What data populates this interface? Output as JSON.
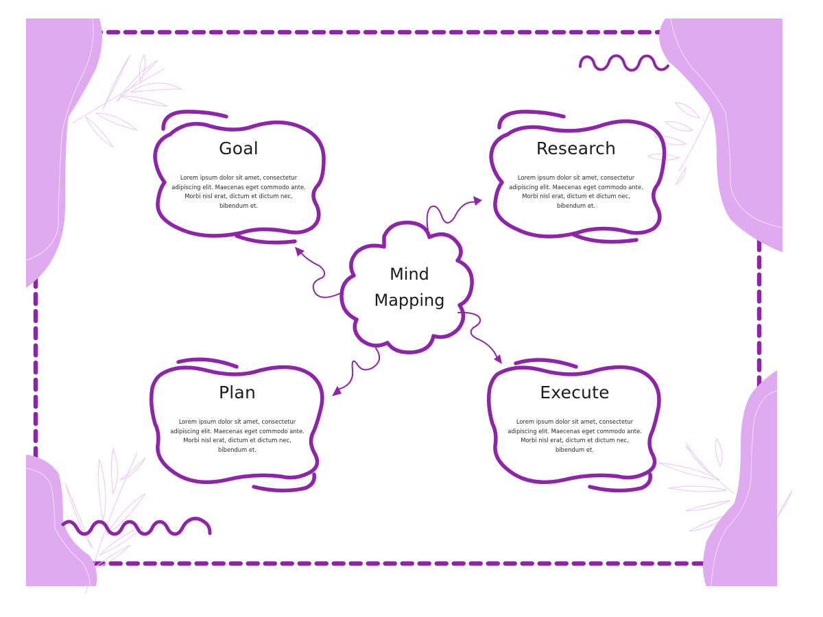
{
  "diagram": {
    "title": "Mind Mapping",
    "center": {
      "line1": "Mind",
      "line2": "Mapping"
    },
    "nodes": [
      {
        "id": "goal",
        "title": "Goal",
        "body": "Lorem ipsum dolor sit amet, consectetur adipiscing elit. Maecenas eget commodo ante. Morbi nisl erat, dictum et dictum nec, bibendum et."
      },
      {
        "id": "research",
        "title": "Research",
        "body": "Lorem ipsum dolor sit amet, consectetur adipiscing elit. Maecenas eget commodo ante. Morbi nisl erat, dictum et dictum nec, bibendum et."
      },
      {
        "id": "plan",
        "title": "Plan",
        "body": "Lorem ipsum dolor sit amet, consectetur adipiscing elit. Maecenas eget commodo ante. Morbi nisl erat, dictum et dictum nec, bibendum et."
      },
      {
        "id": "execute",
        "title": "Execute",
        "body": "Lorem ipsum dolor sit amet, consectetur adipiscing elit. Maecenas eget commodo ante. Morbi nisl erat, dictum et dictum nec, bibendum et."
      }
    ],
    "connections": [
      {
        "from": "center",
        "to": "goal"
      },
      {
        "from": "center",
        "to": "research"
      },
      {
        "from": "center",
        "to": "plan"
      },
      {
        "from": "center",
        "to": "execute"
      }
    ]
  },
  "colors": {
    "stroke": "#8e24aa",
    "blob_fill": "#e0aaf0",
    "leaf": "#eccdf5",
    "text": "#1c1c1c",
    "background": "#ffffff"
  }
}
